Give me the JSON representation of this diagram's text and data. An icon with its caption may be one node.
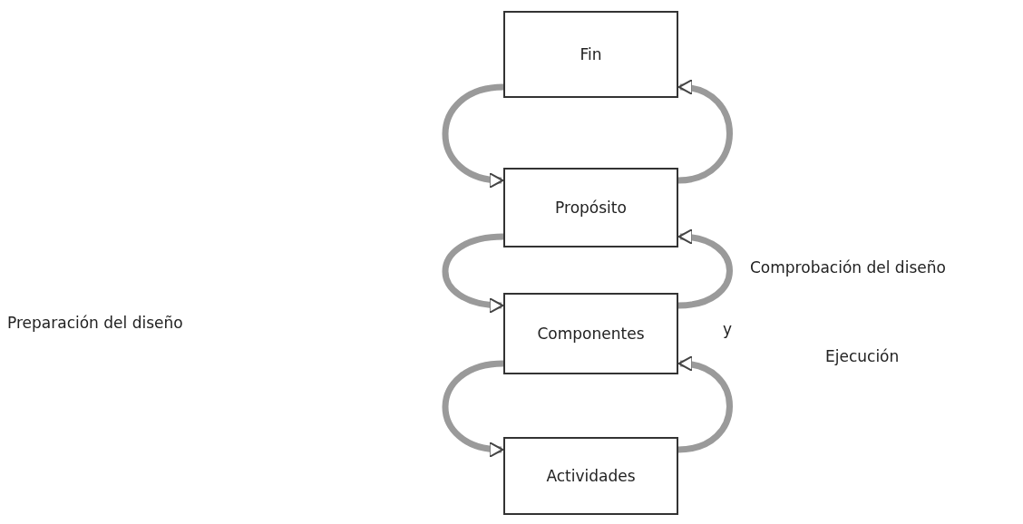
{
  "diagram": {
    "nodes": [
      {
        "text": [
          "Fin"
        ]
      },
      {
        "text": [
          "Propósito"
        ]
      },
      {
        "text": [
          "Componentes"
        ]
      },
      {
        "text": [
          "Actividades"
        ]
      }
    ],
    "edges": [
      {
        "from": 0,
        "to": 1,
        "arrow": "to"
      },
      {
        "from": 1,
        "to": 2,
        "arrow": "to"
      },
      {
        "from": 2,
        "to": 3,
        "arrow": "to"
      },
      {
        "from": 1,
        "to": 0,
        "arrow": "to"
      },
      {
        "from": 2,
        "to": 1,
        "arrow": "to"
      },
      {
        "from": 3,
        "to": 2,
        "arrow": "to"
      }
    ],
    "labels": [
      "Preparación del diseño",
      "Comprobación del diseño",
      "y",
      "Ejecución"
    ]
  }
}
